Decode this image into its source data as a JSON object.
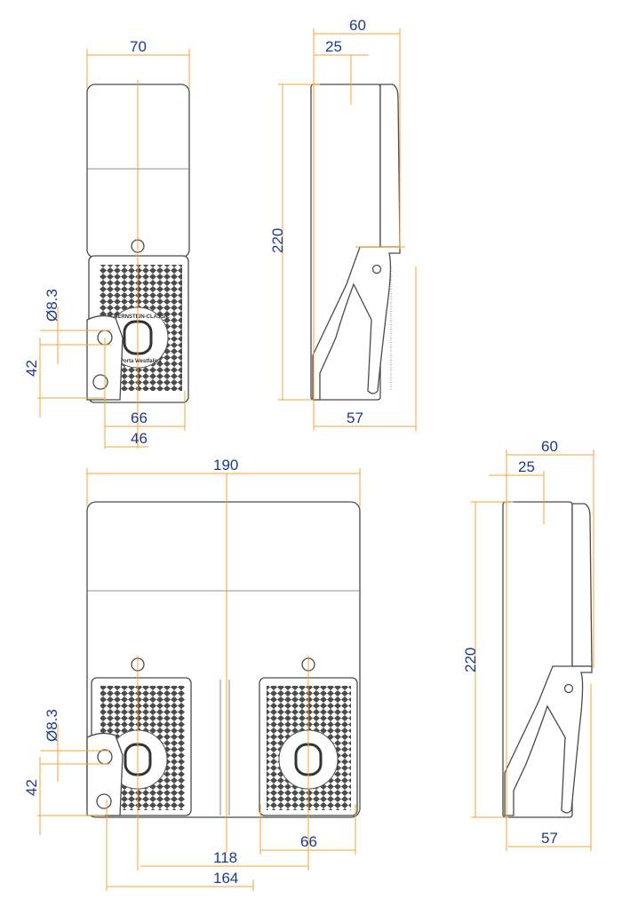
{
  "logo": {
    "brand": "BERNSTEIN-CLASSIC",
    "place": "Porta Westfalica"
  },
  "colors": {
    "dimension_line": "#f6a037",
    "dimension_text": "#1d3a8a",
    "outline": "#4a4a4a"
  },
  "front_single": {
    "width": "70",
    "hole_dia": "Ø8.3",
    "hole_spacing": "42",
    "pedal_width": "66",
    "hole_offset": "46"
  },
  "side_single": {
    "depth": "60",
    "offset": "25",
    "height": "220",
    "pedal_depth": "57"
  },
  "front_double": {
    "width": "190",
    "hole_dia": "Ø8.3",
    "hole_spacing": "42",
    "pedal_width": "66",
    "pedal_spacing": "118",
    "hole_offset": "164"
  },
  "side_double": {
    "depth": "60",
    "offset": "25",
    "height": "220",
    "pedal_depth": "57"
  }
}
